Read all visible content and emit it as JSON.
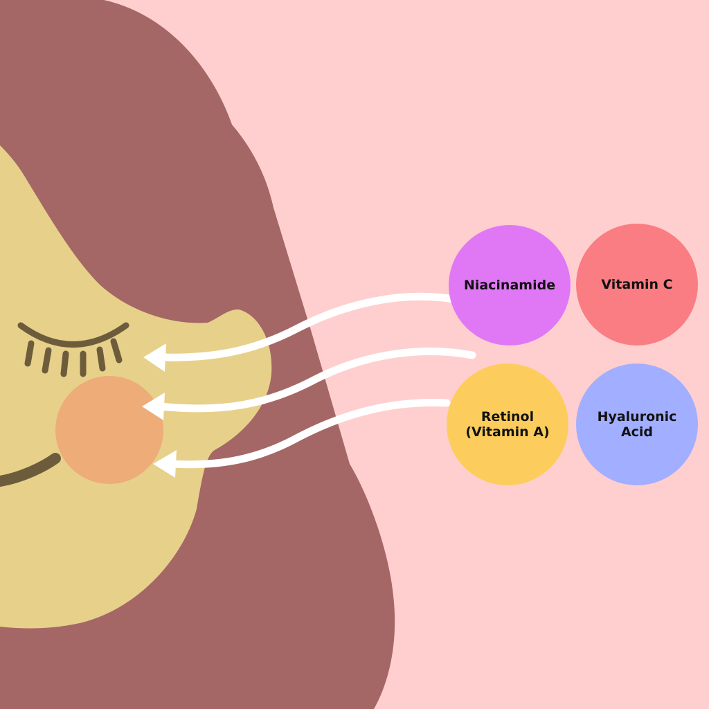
{
  "colors": {
    "background": "#ffcfcf",
    "hair": "#a46766",
    "skin": "#e7d08a",
    "blush": "#eeac78",
    "features": "#6d5c3c",
    "arrow": "#ffffff"
  },
  "ingredients": [
    {
      "label": "Niacinamide",
      "color": "#e078f5"
    },
    {
      "label": "Vitamin C",
      "color": "#f97d82"
    },
    {
      "label": "Retinol\n(Vitamin A)",
      "color": "#fccd5d"
    },
    {
      "label": "Hyaluronic\nAcid",
      "color": "#a2aeff"
    }
  ]
}
